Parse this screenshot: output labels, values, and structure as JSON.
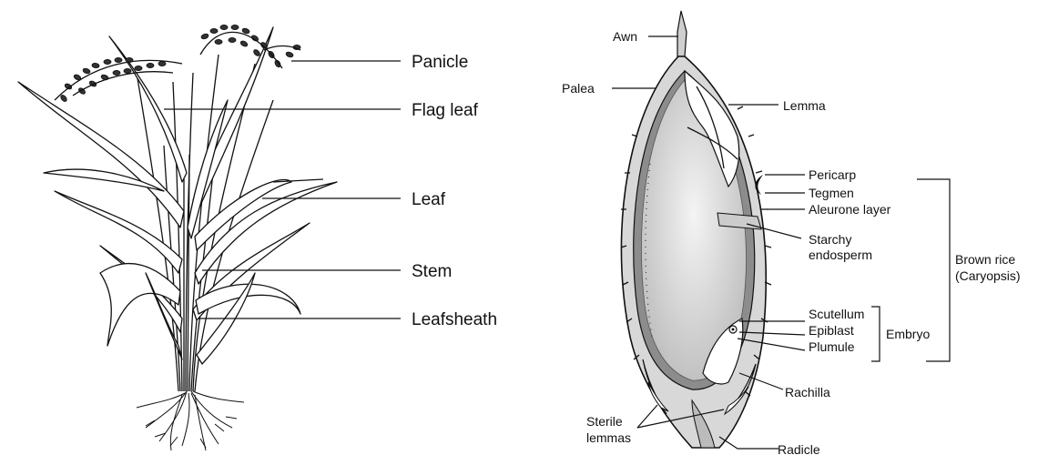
{
  "plant": {
    "labels": {
      "panicle": "Panicle",
      "flag_leaf": "Flag leaf",
      "leaf": "Leaf",
      "stem": "Stem",
      "leafsheath": "Leafsheath"
    }
  },
  "grain": {
    "labels": {
      "awn": "Awn",
      "palea": "Palea",
      "lemma": "Lemma",
      "pericarp": "Pericarp",
      "tegmen": "Tegmen",
      "aleurone_layer": "Aleurone layer",
      "starchy_line1": "Starchy",
      "starchy_line2": "endosperm",
      "scutellum": "Scutellum",
      "epiblast": "Epiblast",
      "plumule": "Plumule",
      "rachilla": "Rachilla",
      "sterile_line1": "Sterile",
      "sterile_line2": "lemmas",
      "radicle": "Radicle",
      "embryo": "Embryo",
      "brown_rice_line1": "Brown rice",
      "brown_rice_line2": "(Caryopsis)"
    }
  }
}
